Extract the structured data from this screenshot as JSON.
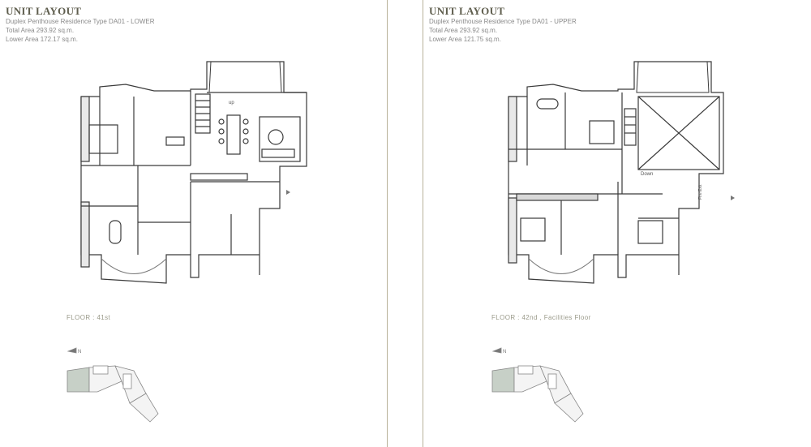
{
  "lower": {
    "title": "UNIT LAYOUT",
    "type_line": "Duplex Penthouse Residence Type DA01 - LOWER",
    "total_area": "Total Area 293.92 sq.m.",
    "lower_area": "Lower Area 172.17 sq.m.",
    "floor_label": "FLOOR",
    "floor_value": "41st",
    "stair_label": "up",
    "north_label": "N"
  },
  "upper": {
    "title": "UNIT LAYOUT",
    "type_line": "Duplex Penthouse Residence Type DA01 - UPPER",
    "total_area": "Total Area 293.92 sq.m.",
    "lower_area": "Lower Area 121.75 sq.m.",
    "floor_label": "FLOOR",
    "floor_value": "42nd , Facilities Floor",
    "stair_label": "Down",
    "fire_exit_label": "Fire Exit",
    "north_label": "N"
  },
  "colors": {
    "border": "#b9b39a",
    "wall": "#3a3a3a",
    "title": "#5f5e4e",
    "keyplan_highlight": "#c7d0c7"
  },
  "icons": {
    "entrance": "triangle-arrow-icon",
    "north": "north-arrow-icon"
  }
}
